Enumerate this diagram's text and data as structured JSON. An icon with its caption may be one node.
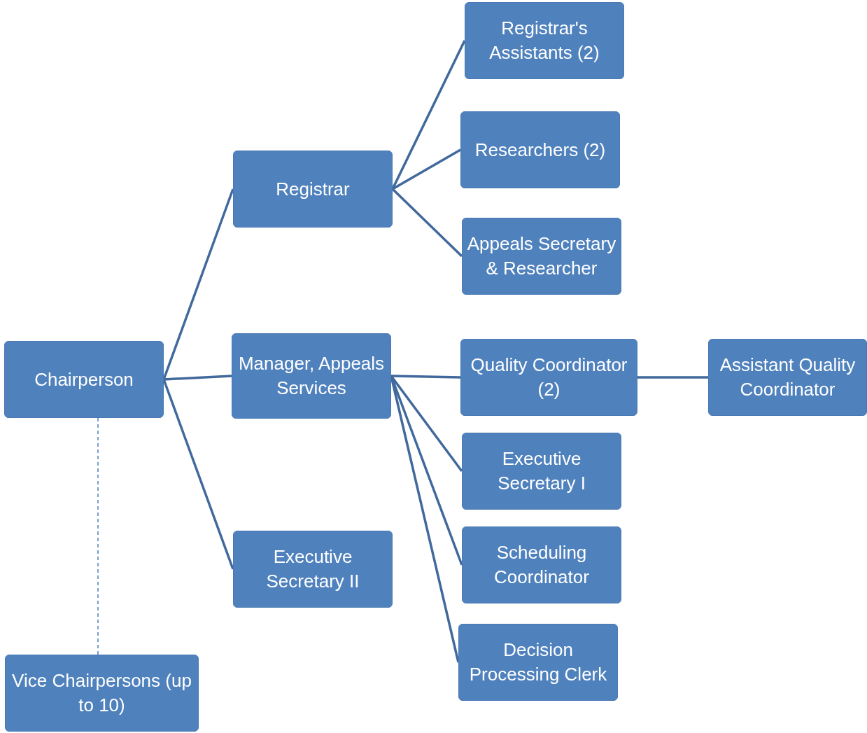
{
  "diagram": {
    "nodes": [
      {
        "text": [
          "Chairperson"
        ]
      },
      {
        "text": [
          "Registrar"
        ]
      },
      {
        "text": [
          "Manager, Appeals Services"
        ]
      },
      {
        "text": [
          "Executive Secretary II"
        ]
      },
      {
        "text": [
          "Vice Chairpersons (up to 10)"
        ]
      },
      {
        "text": [
          "Registrar's Assistants (2)"
        ]
      },
      {
        "text": [
          "Researchers (2)"
        ]
      },
      {
        "text": [
          "Appeals Secretary & Researcher"
        ]
      },
      {
        "text": [
          "Quality Coordinator (2)"
        ]
      },
      {
        "text": [
          "Assistant Quality Coordinator"
        ]
      },
      {
        "text": [
          "Executive Secretary I"
        ]
      },
      {
        "text": [
          "Scheduling Coordinator"
        ]
      },
      {
        "text": [
          "Decision Processing Clerk"
        ]
      }
    ],
    "edges": [
      {
        "from": 0,
        "to": 1,
        "arrow": "none"
      },
      {
        "from": 0,
        "to": 2,
        "arrow": "none"
      },
      {
        "from": 0,
        "to": 3,
        "arrow": "none"
      },
      {
        "from": 0,
        "to": 4,
        "arrow": "none",
        "style": "dashed"
      },
      {
        "from": 1,
        "to": 5,
        "arrow": "none"
      },
      {
        "from": 1,
        "to": 6,
        "arrow": "none"
      },
      {
        "from": 1,
        "to": 7,
        "arrow": "none"
      },
      {
        "from": 2,
        "to": 8,
        "arrow": "none"
      },
      {
        "from": 2,
        "to": 10,
        "arrow": "none"
      },
      {
        "from": 2,
        "to": 11,
        "arrow": "none"
      },
      {
        "from": 2,
        "to": 12,
        "arrow": "none"
      },
      {
        "from": 8,
        "to": 9,
        "arrow": "none"
      }
    ]
  }
}
